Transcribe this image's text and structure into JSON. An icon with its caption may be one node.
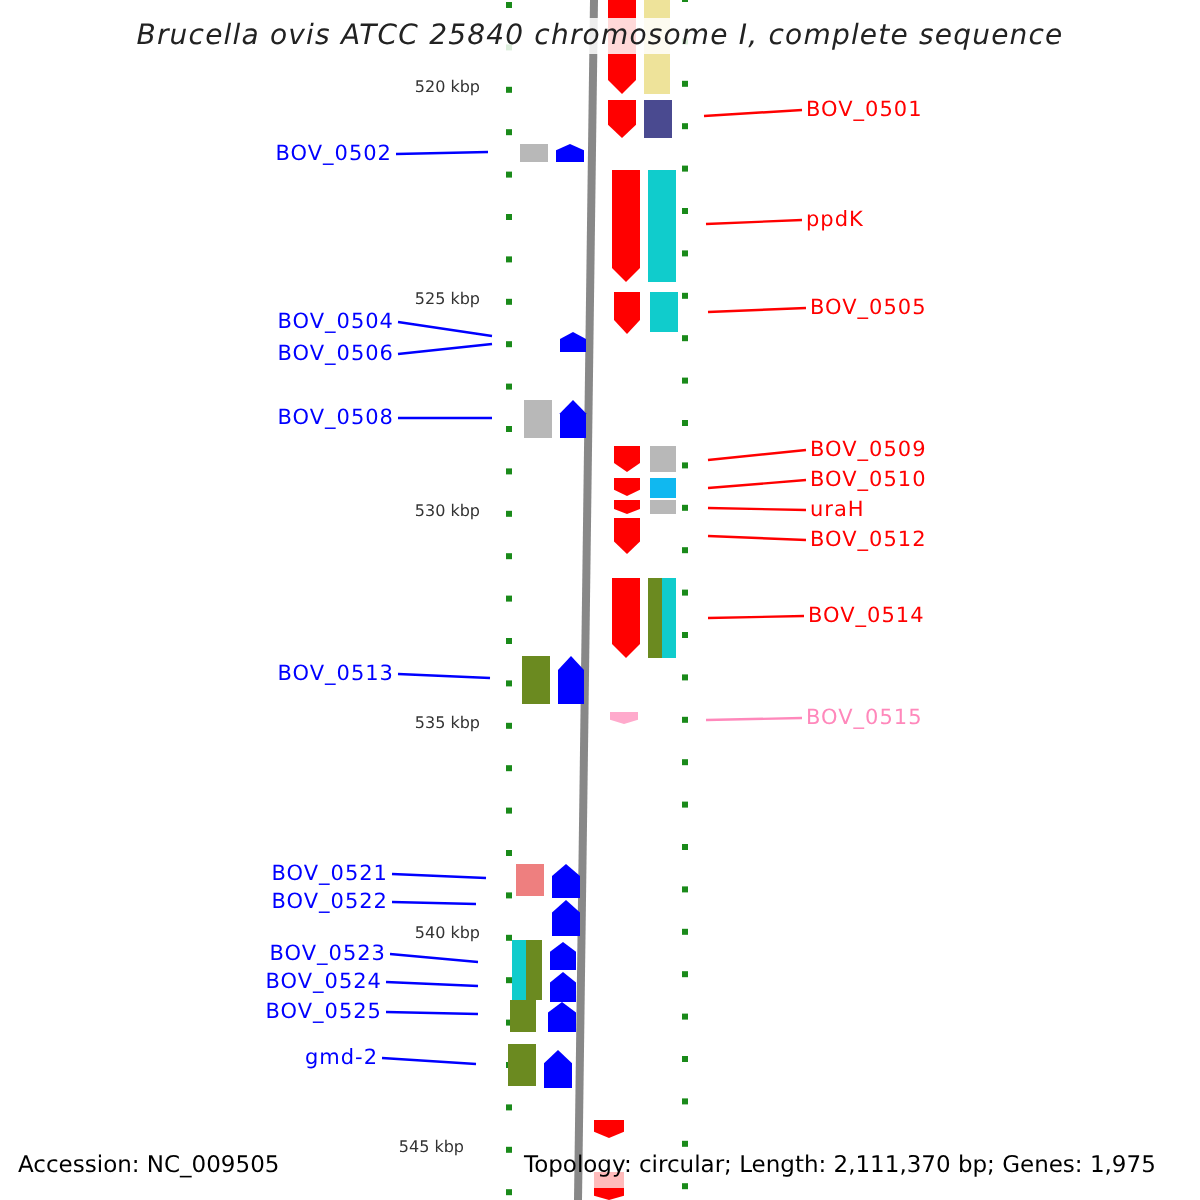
{
  "diagram": {
    "title": "Brucella ovis ATCC 25840 chromosome I, complete sequence",
    "nodes": [
      {
        "text": [
          "BOV_0501"
        ]
      },
      {
        "text": [
          "BOV_0502"
        ]
      },
      {
        "text": [
          "ppdK"
        ]
      },
      {
        "text": [
          "BOV_0505"
        ]
      },
      {
        "text": [
          "BOV_0504"
        ]
      },
      {
        "text": [
          "BOV_0506"
        ]
      },
      {
        "text": [
          "BOV_0508"
        ]
      },
      {
        "text": [
          "BOV_0509"
        ]
      },
      {
        "text": [
          "BOV_0510"
        ]
      },
      {
        "text": [
          "uraH"
        ]
      },
      {
        "text": [
          "BOV_0512"
        ]
      },
      {
        "text": [
          "BOV_0514"
        ]
      },
      {
        "text": [
          "BOV_0513"
        ]
      },
      {
        "text": [
          "BOV_0515"
        ]
      },
      {
        "text": [
          "BOV_0521"
        ]
      },
      {
        "text": [
          "BOV_0522"
        ]
      },
      {
        "text": [
          "BOV_0523"
        ]
      },
      {
        "text": [
          "BOV_0524"
        ]
      },
      {
        "text": [
          "BOV_0525"
        ]
      },
      {
        "text": [
          "gmd-2"
        ]
      }
    ],
    "edges": [
      {
        "from": 0,
        "to": null,
        "arrow": "none",
        "color": "#ff0000"
      },
      {
        "from": 1,
        "to": null,
        "arrow": "none"
      },
      {
        "from": 2,
        "to": null,
        "arrow": "none",
        "color": "#ff0000"
      },
      {
        "from": 3,
        "to": null,
        "arrow": "none",
        "color": "#ff0000"
      },
      {
        "from": 4,
        "to": null,
        "arrow": "none"
      },
      {
        "from": 5,
        "to": null,
        "arrow": "none"
      },
      {
        "from": 6,
        "to": null,
        "arrow": "none"
      },
      {
        "from": 7,
        "to": null,
        "arrow": "none",
        "color": "#ff0000"
      },
      {
        "from": 8,
        "to": null,
        "arrow": "none",
        "color": "#ff0000"
      },
      {
        "from": 9,
        "to": null,
        "arrow": "none",
        "color": "#ff0000"
      },
      {
        "from": 10,
        "to": null,
        "arrow": "none",
        "color": "#ff0000"
      },
      {
        "from": 11,
        "to": null,
        "arrow": "none",
        "color": "#ff0000"
      },
      {
        "from": 12,
        "to": null,
        "arrow": "none"
      },
      {
        "from": 13,
        "to": null,
        "arrow": "none",
        "color": "#ff88bb"
      },
      {
        "from": 14,
        "to": null,
        "arrow": "none"
      },
      {
        "from": 15,
        "to": null,
        "arrow": "none"
      },
      {
        "from": 16,
        "to": null,
        "arrow": "none"
      },
      {
        "from": 17,
        "to": null,
        "arrow": "none"
      },
      {
        "from": 18,
        "to": null,
        "arrow": "none"
      },
      {
        "from": 19,
        "to": null,
        "arrow": "none"
      }
    ],
    "labels": [
      "520 kbp",
      "525 kbp",
      "530 kbp",
      "535 kbp",
      "540 kbp",
      "545 kbp",
      "Accession: NC_009505",
      "Topology: circular; Length: 2,111,370 bp; Genes: 1,975"
    ]
  }
}
